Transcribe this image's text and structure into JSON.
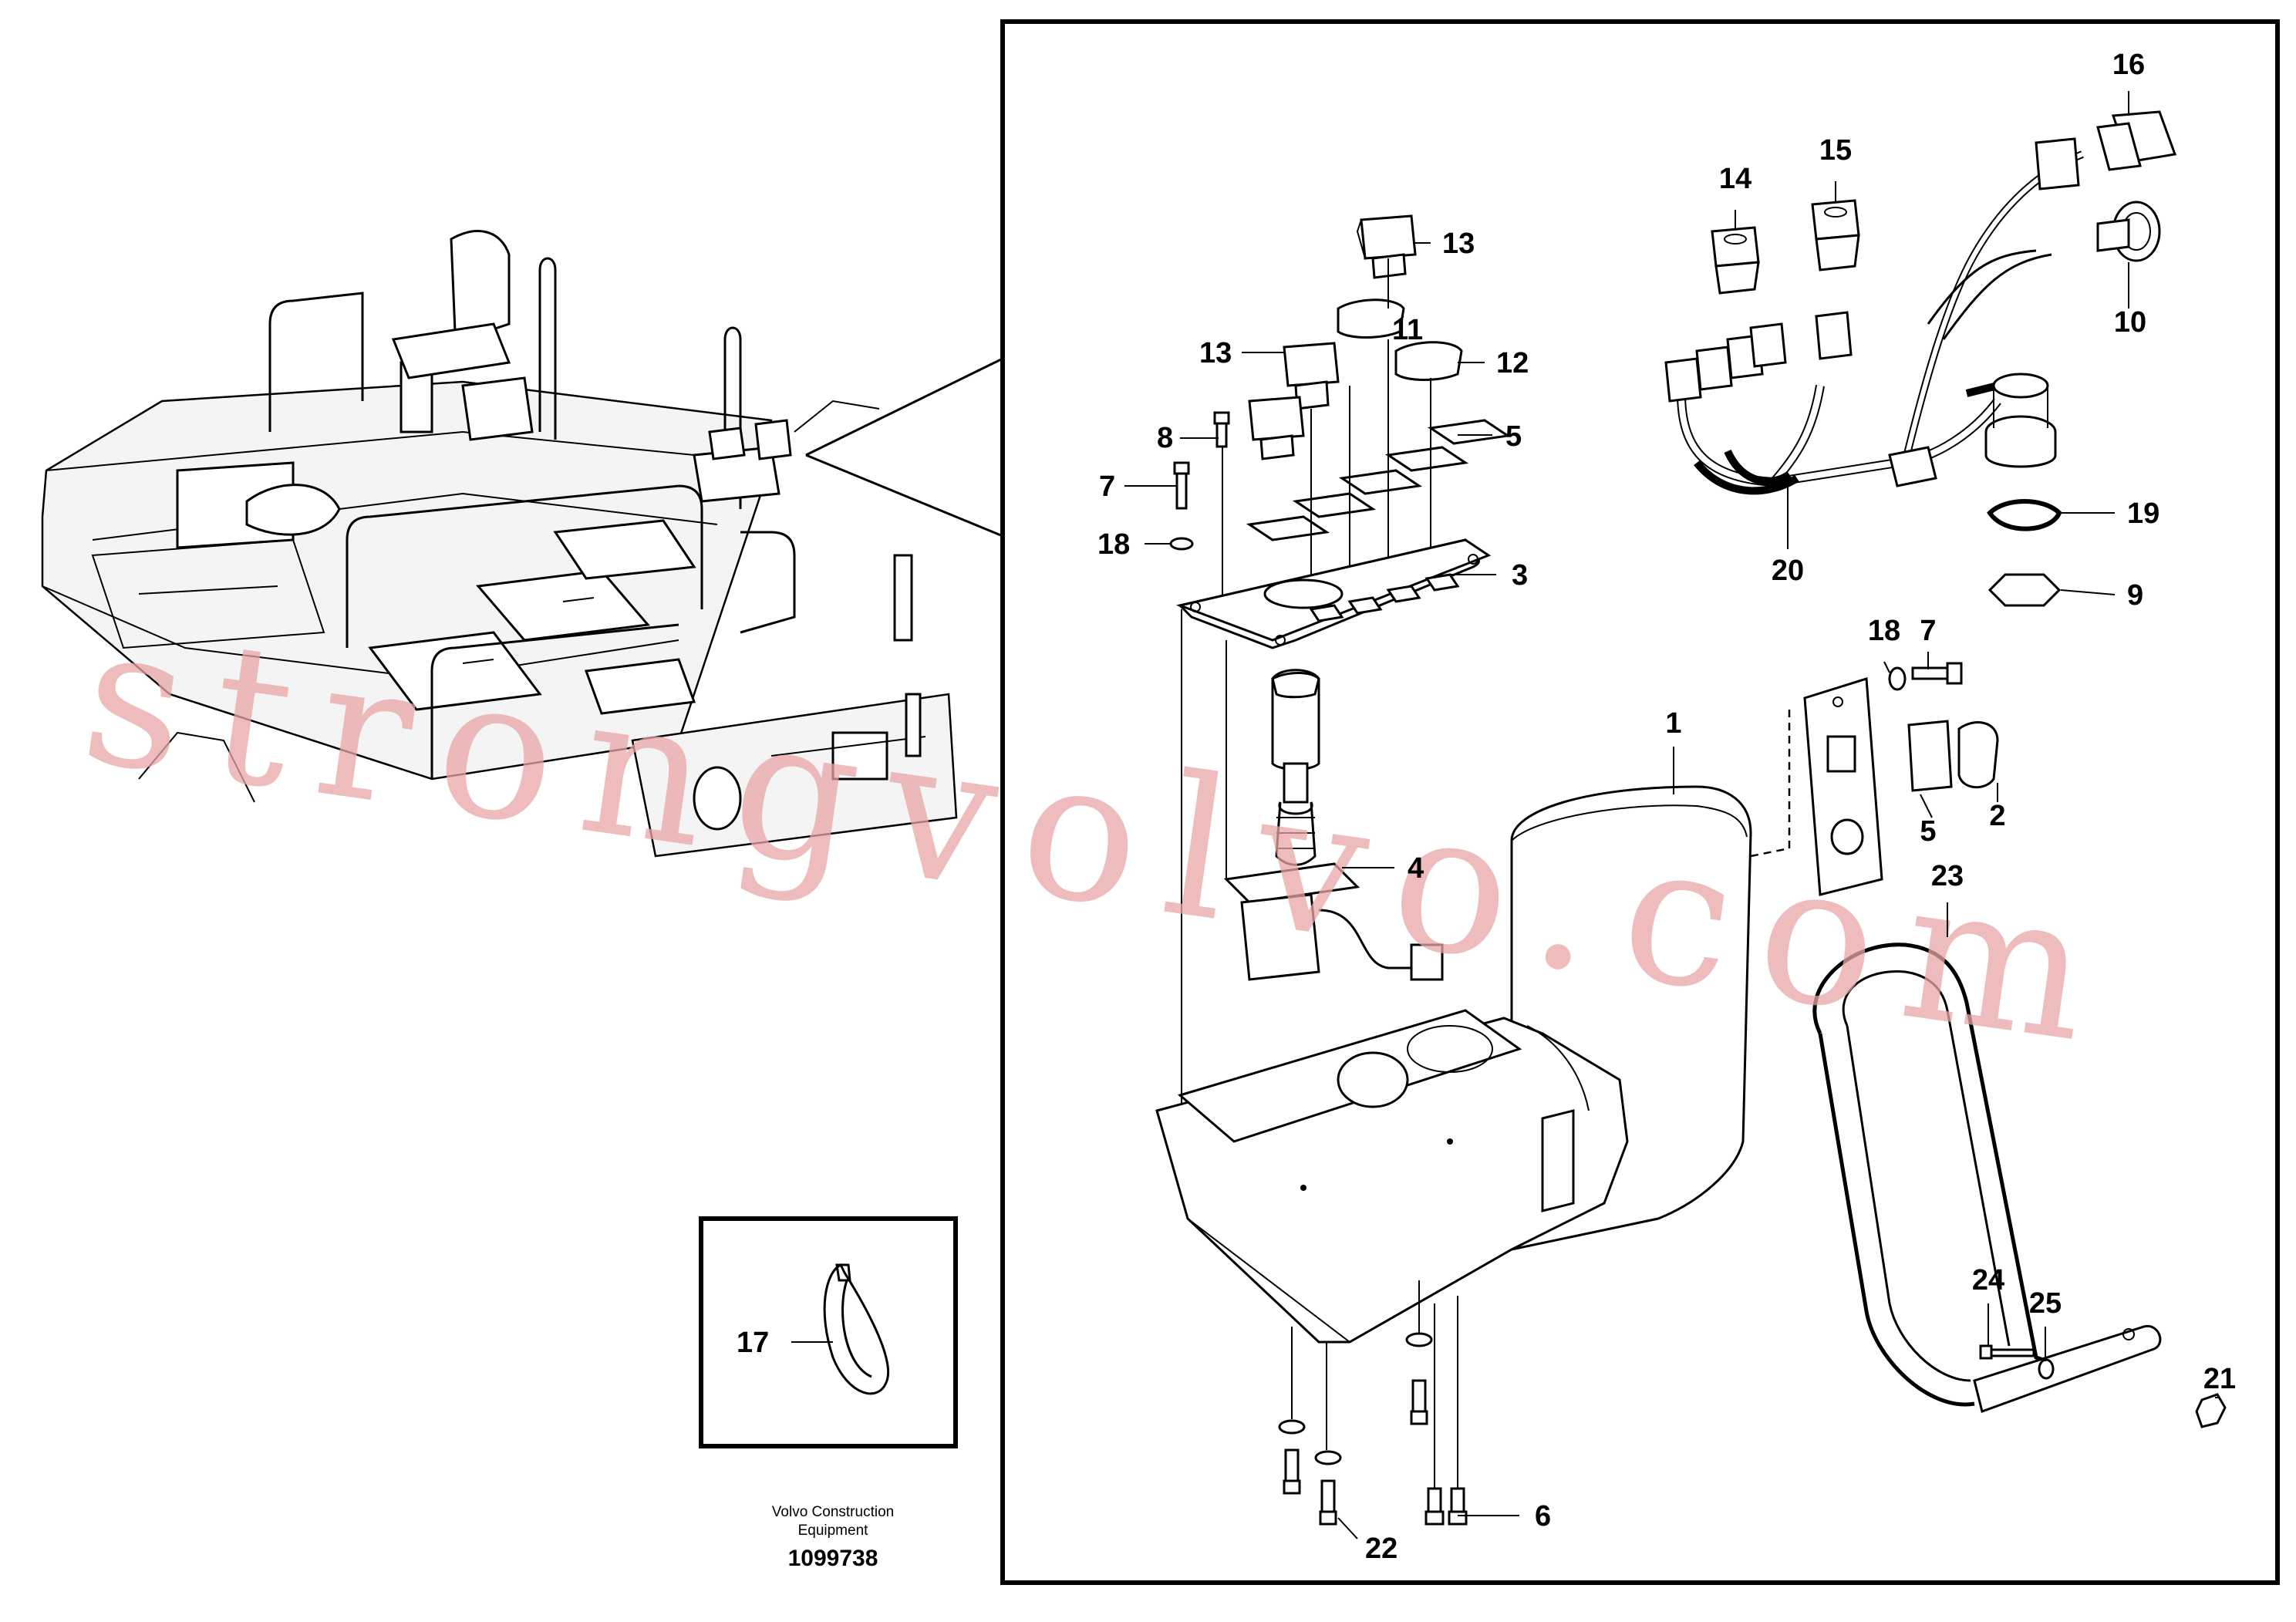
{
  "watermark": "strongvolvo.com",
  "caption": {
    "brand_line1": "Volvo Construction",
    "brand_line2": "Equipment",
    "drawing_number": "1099738"
  },
  "callouts": [
    {
      "id": "c1",
      "label": "1"
    },
    {
      "id": "c2",
      "label": "2"
    },
    {
      "id": "c3",
      "label": "3"
    },
    {
      "id": "c4",
      "label": "4"
    },
    {
      "id": "c5a",
      "label": "5"
    },
    {
      "id": "c5b",
      "label": "5"
    },
    {
      "id": "c6",
      "label": "6"
    },
    {
      "id": "c7a",
      "label": "7"
    },
    {
      "id": "c7b",
      "label": "7"
    },
    {
      "id": "c8",
      "label": "8"
    },
    {
      "id": "c9",
      "label": "9"
    },
    {
      "id": "c10",
      "label": "10"
    },
    {
      "id": "c11",
      "label": "11"
    },
    {
      "id": "c12",
      "label": "12"
    },
    {
      "id": "c13a",
      "label": "13"
    },
    {
      "id": "c13b",
      "label": "13"
    },
    {
      "id": "c14",
      "label": "14"
    },
    {
      "id": "c15",
      "label": "15"
    },
    {
      "id": "c16",
      "label": "16"
    },
    {
      "id": "c17",
      "label": "17"
    },
    {
      "id": "c18a",
      "label": "18"
    },
    {
      "id": "c18b",
      "label": "18"
    },
    {
      "id": "c19",
      "label": "19"
    },
    {
      "id": "c20",
      "label": "20"
    },
    {
      "id": "c21",
      "label": "21"
    },
    {
      "id": "c22",
      "label": "22"
    },
    {
      "id": "c23",
      "label": "23"
    },
    {
      "id": "c24",
      "label": "24"
    },
    {
      "id": "c25",
      "label": "25"
    }
  ]
}
